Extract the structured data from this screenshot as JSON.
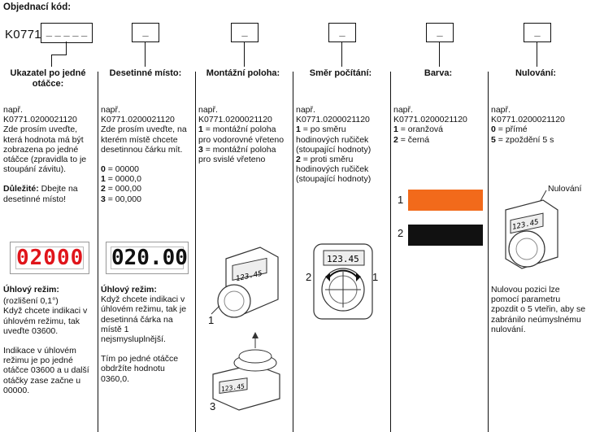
{
  "title": "Objednací kód:",
  "code_prefix": "K0771.",
  "code_blanks": "_ _ _ _ _",
  "blank": "_",
  "columns": [
    {
      "head": "Ukazatel po jedné otáčce:",
      "ex_label": "např.",
      "ex_code": "K0771.0200021120",
      "desc": "Zde prosím uveďte, která hodnota má být zobrazena po jedné otáčce (zpravidla to je stoupání závitu).",
      "note_bold": "Důležité:",
      "note": " Dbejte na desetinné místo!",
      "display": "02000",
      "angle_head": "Úhlový režim:",
      "angle_res": "(rozlišení 0,1°)",
      "angle_desc": "Když chcete indikaci v úhlovém režimu, tak uveďte 03600.",
      "angle_desc2": "Indikace v úhlovém režimu je po jedné otáčce 03600 a u další otáčky zase začne u 00000."
    },
    {
      "head": "Desetinné místo:",
      "ex_label": "např.",
      "ex_code": "K0771.0200021120",
      "desc": "Zde prosím uveďte, na kterém místě chcete desetinnou čárku mít.",
      "options": [
        {
          "k": "0",
          "v": " = 00000"
        },
        {
          "k": "1",
          "v": " = 0000,0"
        },
        {
          "k": "2",
          "v": " = 000,00"
        },
        {
          "k": "3",
          "v": " = 00,000"
        }
      ],
      "display": "020.00",
      "angle_head": "Úhlový režim:",
      "angle_desc": "Když chcete indikaci v úhlovém režimu, tak je desetinná čárka na místě 1 nejsmysluplnější.",
      "angle_desc2": "Tím po jedné otáčce obdržíte hodnotu 0360,0."
    },
    {
      "head": "Montážní poloha:",
      "ex_label": "např.",
      "ex_code": "K0771.0200021120",
      "options": [
        {
          "k": "1",
          "v": " = montážní poloha pro vodorovné vřeteno"
        },
        {
          "k": "3",
          "v": " = montážní poloha pro svislé vřeteno"
        }
      ],
      "display": "123.45",
      "label1": "1",
      "label3": "3"
    },
    {
      "head": "Směr počítání:",
      "ex_label": "např.",
      "ex_code": "K0771.0200021120",
      "options": [
        {
          "k": "1",
          "v": " = po směru hodinových ručiček (stoupající hodnoty)"
        },
        {
          "k": "2",
          "v": " = proti směru hodinových ručiček (stoupající hodnoty)"
        }
      ],
      "display": "123.45",
      "label_left": "2",
      "label_right": "1"
    },
    {
      "head": "Barva:",
      "ex_label": "např.",
      "ex_code": "K0771.0200021120",
      "options": [
        {
          "k": "1",
          "v": " = oranžová"
        },
        {
          "k": "2",
          "v": " = černá"
        }
      ],
      "swatch1_label": "1",
      "swatch2_label": "2",
      "orange": "#f26a1b",
      "black": "#111111"
    },
    {
      "head": "Nulování:",
      "ex_label": "např.",
      "ex_code": "K0771.0200021120",
      "options": [
        {
          "k": "0",
          "v": " = přímé"
        },
        {
          "k": "5",
          "v": " = zpoždění 5 s"
        }
      ],
      "callout": "Nulování",
      "display": "123.45",
      "desc": "Nulovou pozici lze pomocí parametru zpozdit o 5 vteřin, aby se zabránilo neúmyslnému nulování."
    }
  ]
}
